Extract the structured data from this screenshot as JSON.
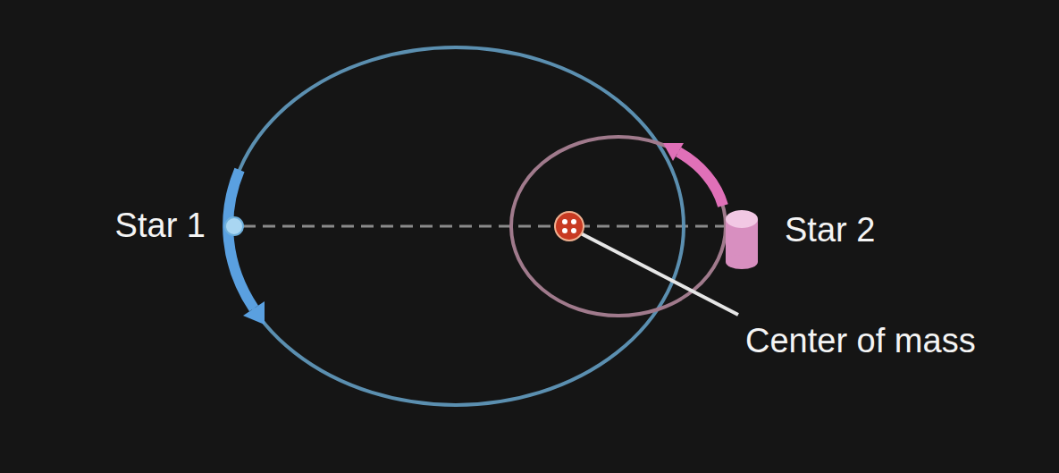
{
  "diagram": {
    "labels": [
      "Star 1",
      "Star 2",
      "Center of mass"
    ]
  }
}
